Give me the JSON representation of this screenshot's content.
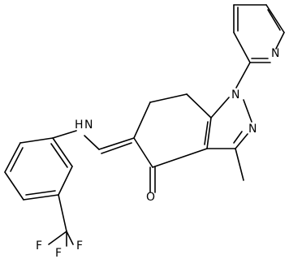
{
  "molecule": {
    "atom_labels": {
      "n_pyridine": "N",
      "n1": "N",
      "n2": "N",
      "nh": "H",
      "nh_n": "N",
      "oxygen": "O",
      "f1": "F",
      "f2": "F",
      "f3": "F"
    }
  }
}
